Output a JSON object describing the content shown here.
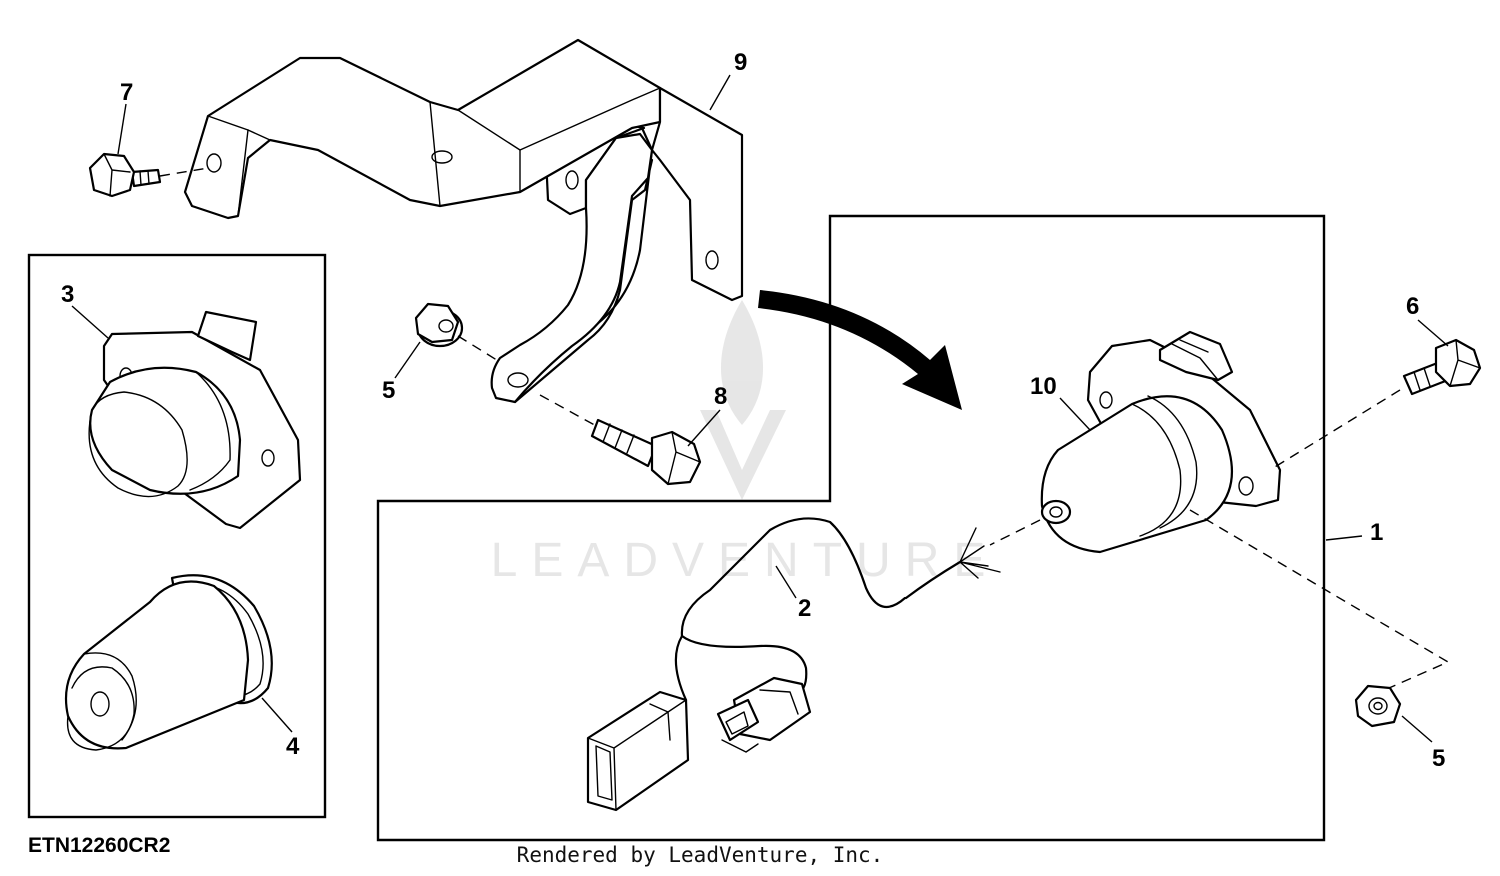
{
  "diagram": {
    "figure_code": "ETN12260CR2",
    "credit": "Rendered by LeadVenture, Inc.",
    "watermark": "LEADVENTURE",
    "callouts": {
      "c1": "1",
      "c2": "2",
      "c3": "3",
      "c4": "4",
      "c5a": "5",
      "c5b": "5",
      "c6": "6",
      "c7": "7",
      "c8": "8",
      "c9": "9",
      "c10": "10"
    }
  }
}
